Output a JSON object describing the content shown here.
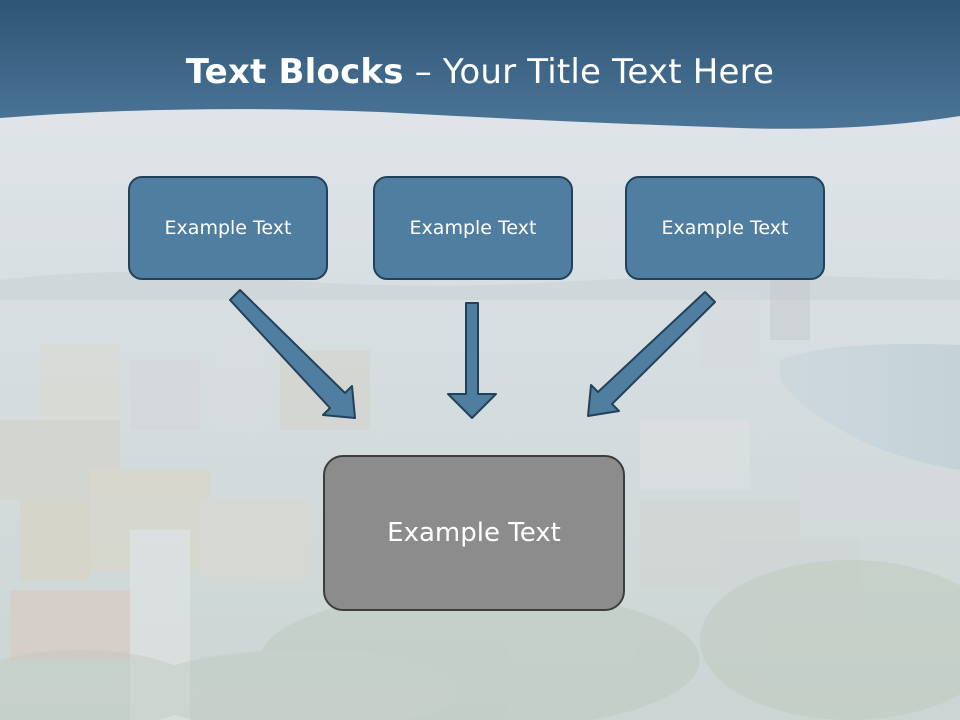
{
  "slide": {
    "title_bold": "Text Blocks",
    "title_separator": " – ",
    "title_rest": "Your Title Text Here"
  },
  "boxes": {
    "top_left": "Example Text",
    "top_center": "Example Text",
    "top_right": "Example Text",
    "main": "Example Text"
  },
  "colors": {
    "header": "#3f6b8e",
    "box_fill": "#507ea1",
    "box_border": "#23415a",
    "main_fill": "#8c8c8c",
    "arrow": "#507ea1"
  }
}
